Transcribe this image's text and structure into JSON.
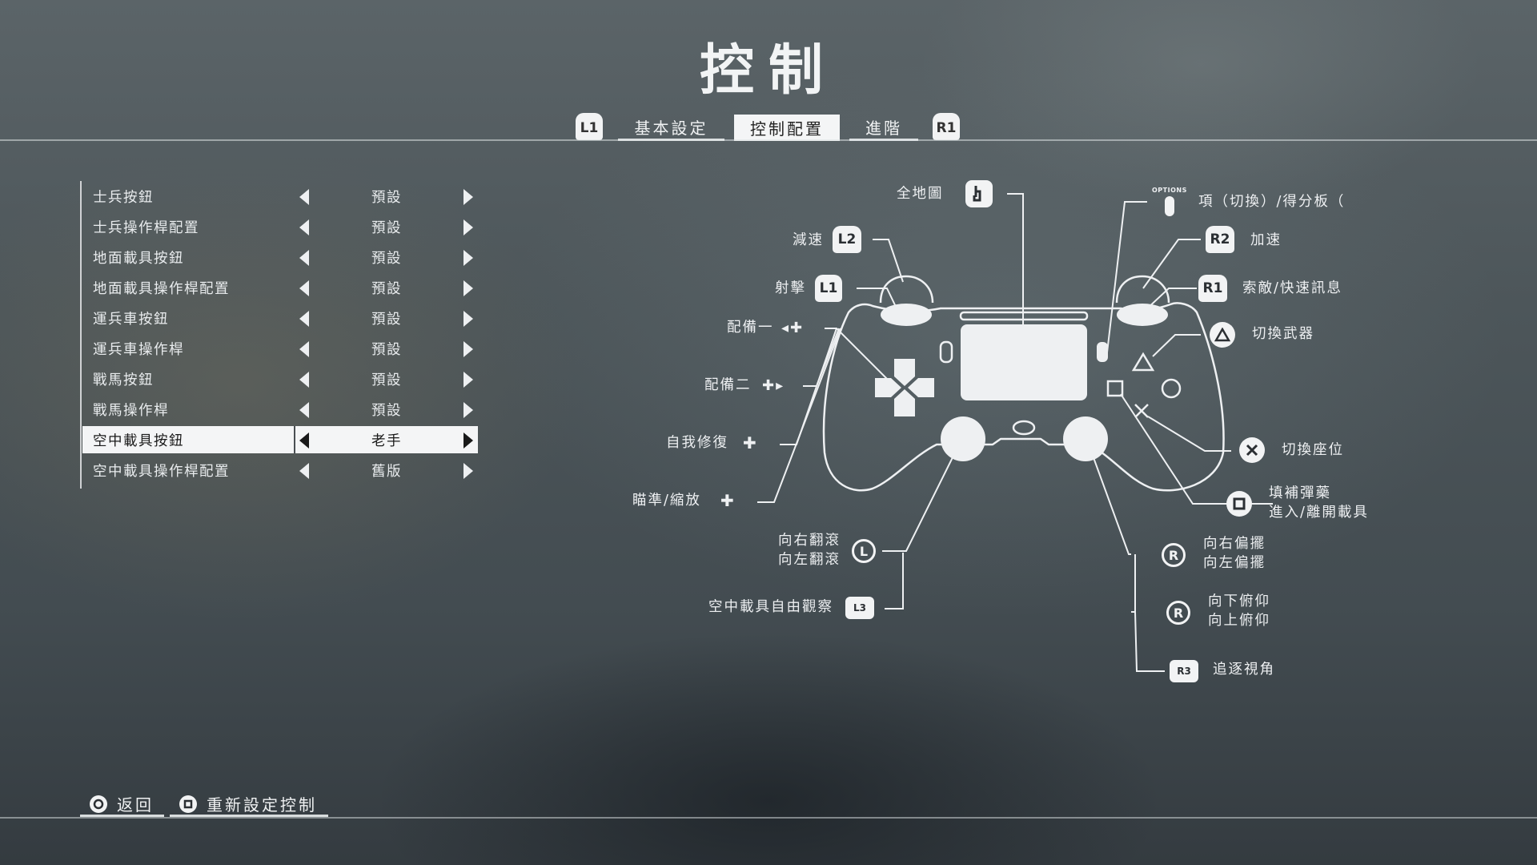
{
  "title": "控制",
  "tabs": {
    "left_badge": "L1",
    "right_badge": "R1",
    "items": [
      {
        "label": "基本設定",
        "active": false
      },
      {
        "label": "控制配置",
        "active": true
      },
      {
        "label": "進階",
        "active": false
      }
    ]
  },
  "menu": {
    "rows": [
      {
        "label": "士兵按鈕",
        "value": "預設"
      },
      {
        "label": "士兵操作桿配置",
        "value": "預設"
      },
      {
        "label": "地面載具按鈕",
        "value": "預設"
      },
      {
        "label": "地面載具操作桿配置",
        "value": "預設"
      },
      {
        "label": "運兵車按鈕",
        "value": "預設"
      },
      {
        "label": "運兵車操作桿",
        "value": "預設"
      },
      {
        "label": "戰馬按鈕",
        "value": "預設"
      },
      {
        "label": "戰馬操作桿",
        "value": "預設"
      },
      {
        "label": "空中載具按鈕",
        "value": "老手"
      },
      {
        "label": "空中載具操作桿配置",
        "value": "舊版"
      }
    ],
    "selected_index": 8
  },
  "controller": {
    "options_text": "OPTIONS",
    "left": {
      "touchpad": "全地圖",
      "l2_badge": "L2",
      "l2": "減速",
      "l1_badge": "L1",
      "l1": "射擊",
      "dpad_left": "配備一",
      "dpad_right": "配備二",
      "dpad_up": "自我修復",
      "dpad_down": "瞄準/縮放",
      "lstick_1": "向右翻滾",
      "lstick_2": "向左翻滾",
      "lstick_badge": "L",
      "l3": "空中載具自由觀察",
      "l3_badge": "L3"
    },
    "right": {
      "options": "項（切換）/得分板（",
      "r2_badge": "R2",
      "r2": "加速",
      "r1_badge": "R1",
      "r1": "索敵/快速訊息",
      "triangle": "切換武器",
      "cross": "切換座位",
      "square_1": "填補彈藥",
      "square_2": "進入/離開載具",
      "rstick_x_1": "向右偏擺",
      "rstick_x_2": "向左偏擺",
      "rstick_y_1": "向下俯仰",
      "rstick_y_2": "向上俯仰",
      "rstick_badge": "R",
      "r3": "追逐視角",
      "r3_badge": "R3"
    }
  },
  "footer": {
    "back": "返回",
    "reset": "重新設定控制"
  },
  "colors": {
    "panel_white": "#f4f5f6",
    "text": "#e9ecee"
  }
}
